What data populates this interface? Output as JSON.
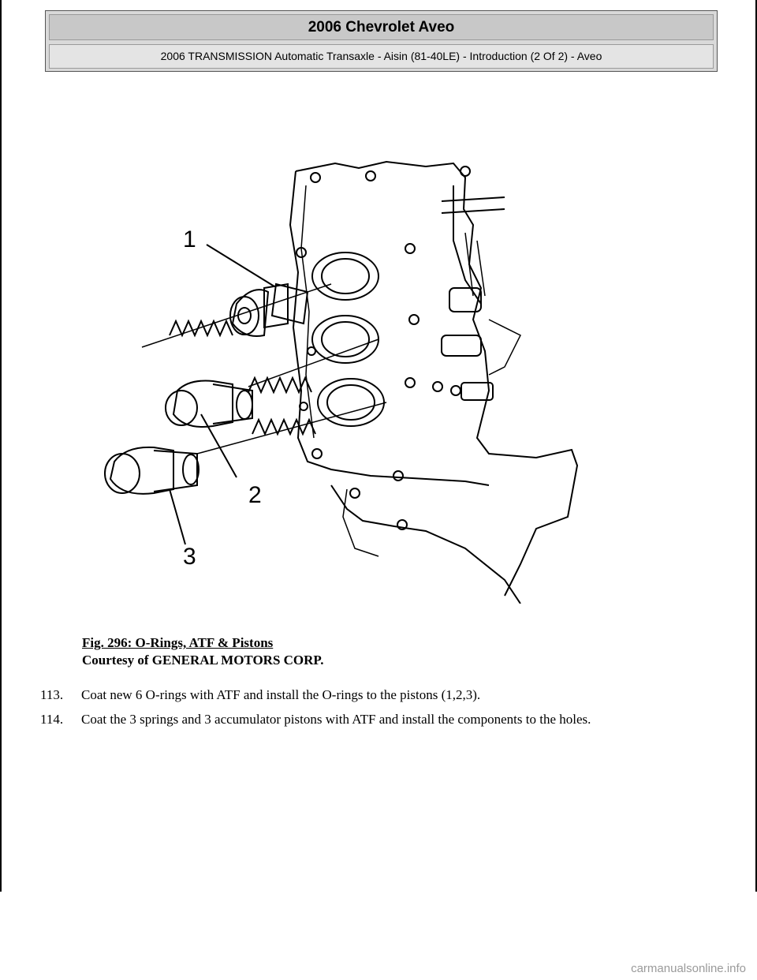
{
  "header": {
    "title": "2006 Chevrolet Aveo",
    "subtitle": "2006 TRANSMISSION Automatic Transaxle - Aisin (81-40LE) - Introduction (2 Of 2) - Aveo"
  },
  "figure": {
    "callouts": [
      "1",
      "2",
      "3"
    ]
  },
  "caption": {
    "title": "Fig. 296: O-Rings, ATF & Pistons",
    "credit": "Courtesy of GENERAL MOTORS CORP."
  },
  "steps": [
    {
      "number": "113.",
      "text": "Coat new 6 O-rings with ATF and install the O-rings to the pistons (1,2,3)."
    },
    {
      "number": "114.",
      "text": "Coat the 3 springs and 3 accumulator pistons with ATF and install the components to the holes."
    }
  ],
  "watermark": "carmanualsonline.info"
}
